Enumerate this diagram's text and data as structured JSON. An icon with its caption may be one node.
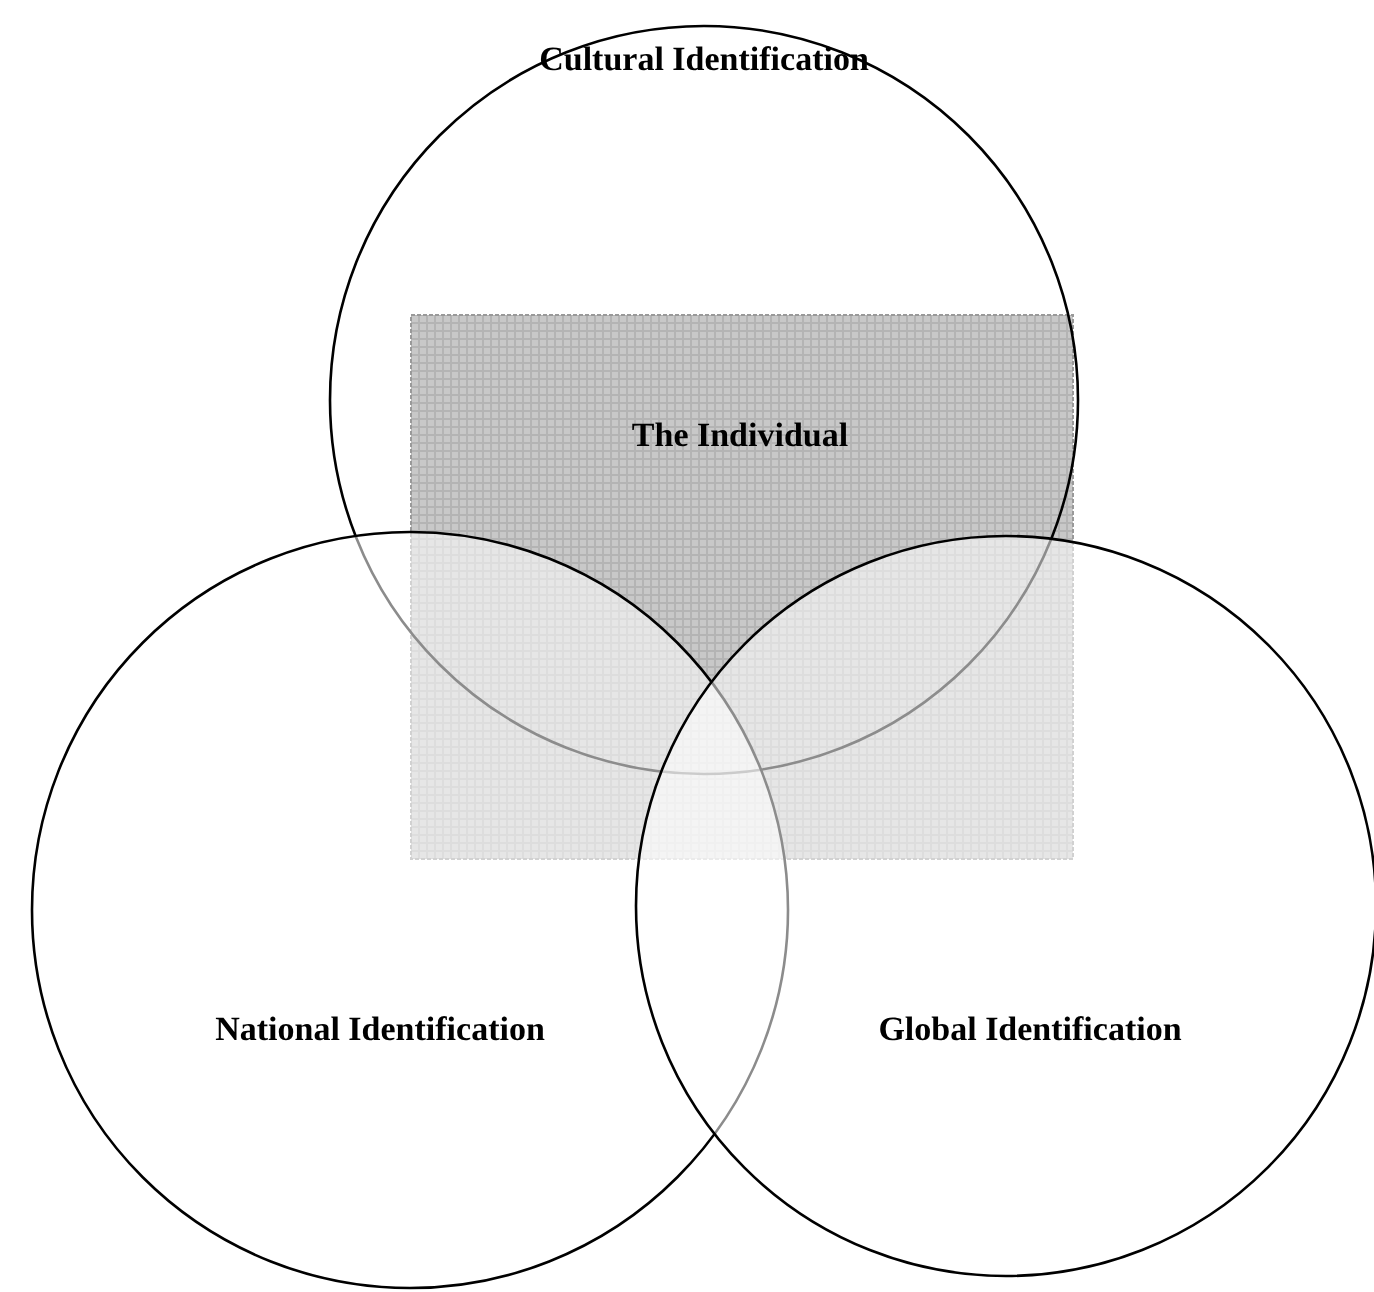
{
  "diagram": {
    "nodes": [
      {
        "text": [
          "Cultural Identification"
        ]
      },
      {
        "text": [
          "The Individual"
        ]
      },
      {
        "text": [
          "National Identification"
        ]
      },
      {
        "text": [
          "Global Identification"
        ]
      }
    ],
    "edges": []
  }
}
